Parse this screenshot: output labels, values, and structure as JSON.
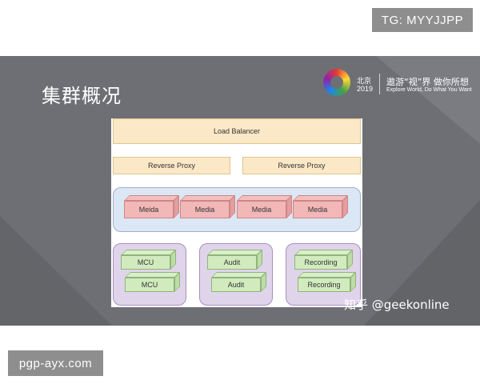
{
  "tags": {
    "top": "TG: MYYJJPP",
    "bottom": "pgp-ayx.com"
  },
  "slide": {
    "title": "集群概况",
    "event": {
      "city": "北京",
      "year": "2019",
      "slogan_cn": "遨游“视”界 做你所想",
      "slogan_en": "Explore World, Do What You Want"
    },
    "watermark": "知乎 @geekonline"
  },
  "diagram": {
    "load_balancer": "Load Balancer",
    "reverse_proxies": [
      "Reverse Proxy",
      "Reverse Proxy"
    ],
    "media_nodes": [
      "Meida",
      "Media",
      "Media",
      "Media"
    ],
    "mcu_nodes": [
      "MCU",
      "MCU"
    ],
    "audit_nodes": [
      "Audit",
      "Audit"
    ],
    "recording_nodes": [
      "Recording",
      "Recording"
    ]
  },
  "colors": {
    "slide_bg": "#6e6f75",
    "bar_fill": "#fbe8c6",
    "media_group_fill": "#dbe7f5",
    "worker_group_fill": "#e0d4ea",
    "media_node_fill": "#f2b7b7",
    "worker_node_fill": "#d1ebbf"
  }
}
